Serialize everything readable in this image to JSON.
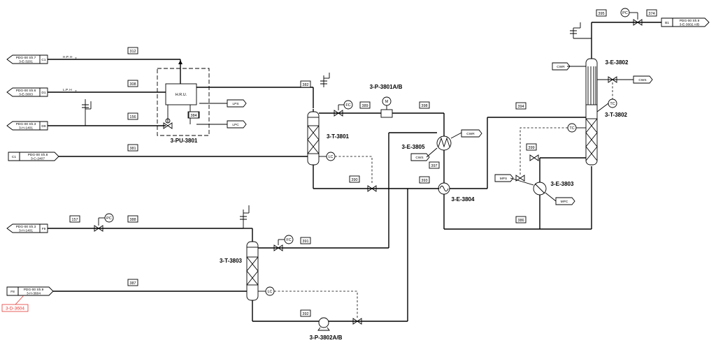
{
  "offpage_left": [
    {
      "line1": "PDG-00 Sh.7",
      "line2": "3-E-3201",
      "code": "C1"
    },
    {
      "line1": "PDG-00 Sh.6",
      "line2": "3-E-3003",
      "code": "D1"
    },
    {
      "line1": "PDG-00 Sh.3",
      "line2": "3-H-1401",
      "code": "D9"
    },
    {
      "line1": "PDG-00 Sh.8",
      "line2": "3-C-2407",
      "code": "C1"
    },
    {
      "line1": "PDG-00 Sh.3",
      "line2": "3-H-1401",
      "code": "F9"
    },
    {
      "line1": "PDG-00 Sh.9",
      "line2": "3-H-3604",
      "code": "F8"
    }
  ],
  "offpage_top_right": {
    "line1": "PDG-00 Sh.9",
    "line2": "3-E-3602 A/B",
    "code": "B1"
  },
  "stream_labels": {
    "hp": "H.P. H",
    "lp": "L.P. H",
    "sub": "2"
  },
  "line_numbers": [
    "312",
    "308",
    "156",
    "381",
    "384",
    "382",
    "389",
    "398",
    "390",
    "393",
    "397",
    "394",
    "386",
    "395",
    "374",
    "399",
    "157",
    "388",
    "391",
    "387",
    "392"
  ],
  "equipment": {
    "hru_box": "H.R.U.",
    "pu": "3-PU-3801",
    "t3801": "3-T-3801",
    "p3801": "3-P-3801A/B",
    "e3805": "3-E-3805",
    "e3804": "3-E-3804",
    "e3802": "3-E-3802",
    "t3802": "3-T-3802",
    "e3803": "3-E-3803",
    "t3803": "3-T-3803",
    "p3802": "3-P-3802A/B"
  },
  "utilities": {
    "lps": "LPS",
    "lpc": "LPC",
    "cwr": "CWR",
    "cws": "CWS",
    "mps": "MPS",
    "mpc": "MPC"
  },
  "instruments": {
    "fc": "FC",
    "lc": "LC",
    "pc": "PC",
    "tc": "TC",
    "motor": "M"
  },
  "highlight_tag": "3-D-3604"
}
